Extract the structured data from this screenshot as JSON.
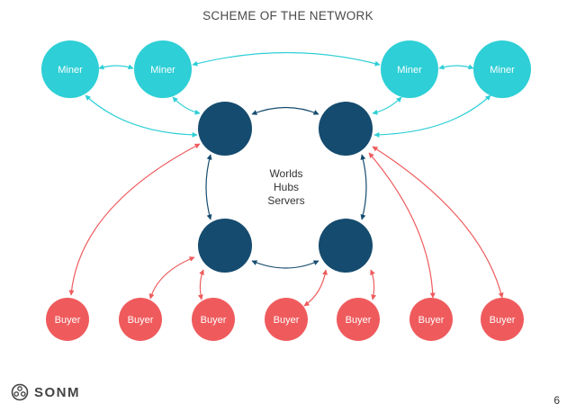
{
  "title": "SCHEME OF THE NETWORK",
  "center_label": [
    "Worlds",
    "Hubs",
    "Servers"
  ],
  "miners": [
    "Miner",
    "Miner",
    "Miner",
    "Miner"
  ],
  "buyers": [
    "Buyer",
    "Buyer",
    "Buyer",
    "Buyer",
    "Buyer",
    "Buyer",
    "Buyer"
  ],
  "logo_text": "SONM",
  "page_number": "6",
  "colors": {
    "miner": "#2ecfd6",
    "hub": "#154b6e",
    "buyer": "#ef5b5d",
    "miner_edge": "#2ecfd6",
    "buyer_edge": "#ef5b5d",
    "hub_edge": "#154b6e"
  }
}
